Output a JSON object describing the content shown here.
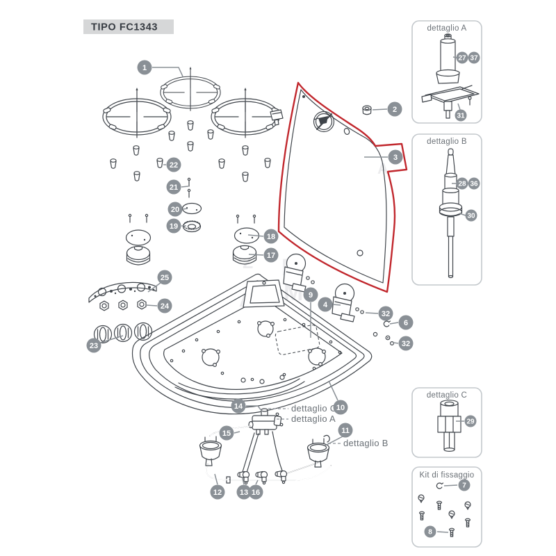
{
  "labels": {
    "title": "TIPO FC1343",
    "detail_a": "dettaglio A",
    "detail_b": "dettaglio B",
    "detail_c": "dettaglio C",
    "kit": "Kit di fissaggio",
    "pointer_detail_c": "dettaglio C",
    "pointer_detail_a": "dettaglio A",
    "pointer_detail_b": "dettaglio B"
  },
  "watermark": {
    "l1": "Z",
    "l2": "M",
    "l3": "A",
    "l4": "M",
    "l5": "A"
  },
  "callouts": {
    "1": "1",
    "2": "2",
    "3": "3",
    "4": "4",
    "6": "6",
    "7": "7",
    "8": "8",
    "9": "9",
    "10": "10",
    "11": "11",
    "12": "12",
    "13": "13",
    "14": "14",
    "15": "15",
    "16": "16",
    "17": "17",
    "18": "18",
    "19": "19",
    "20": "20",
    "21": "21",
    "22": "22",
    "23": "23",
    "24": "24",
    "25": "25",
    "27": "27",
    "28": "28",
    "29": "29",
    "30": "30",
    "31": "31",
    "32": "32",
    "36": "36",
    "37": "37"
  },
  "colors": {
    "callout_circle": "#8a9096",
    "line_art": "#3f444a",
    "highlight_red": "#c1272d",
    "box_border": "#c3c8cc",
    "badge_background": "#d6d7d8",
    "badge_text": "#363b42",
    "label_text": "#6a7076"
  }
}
